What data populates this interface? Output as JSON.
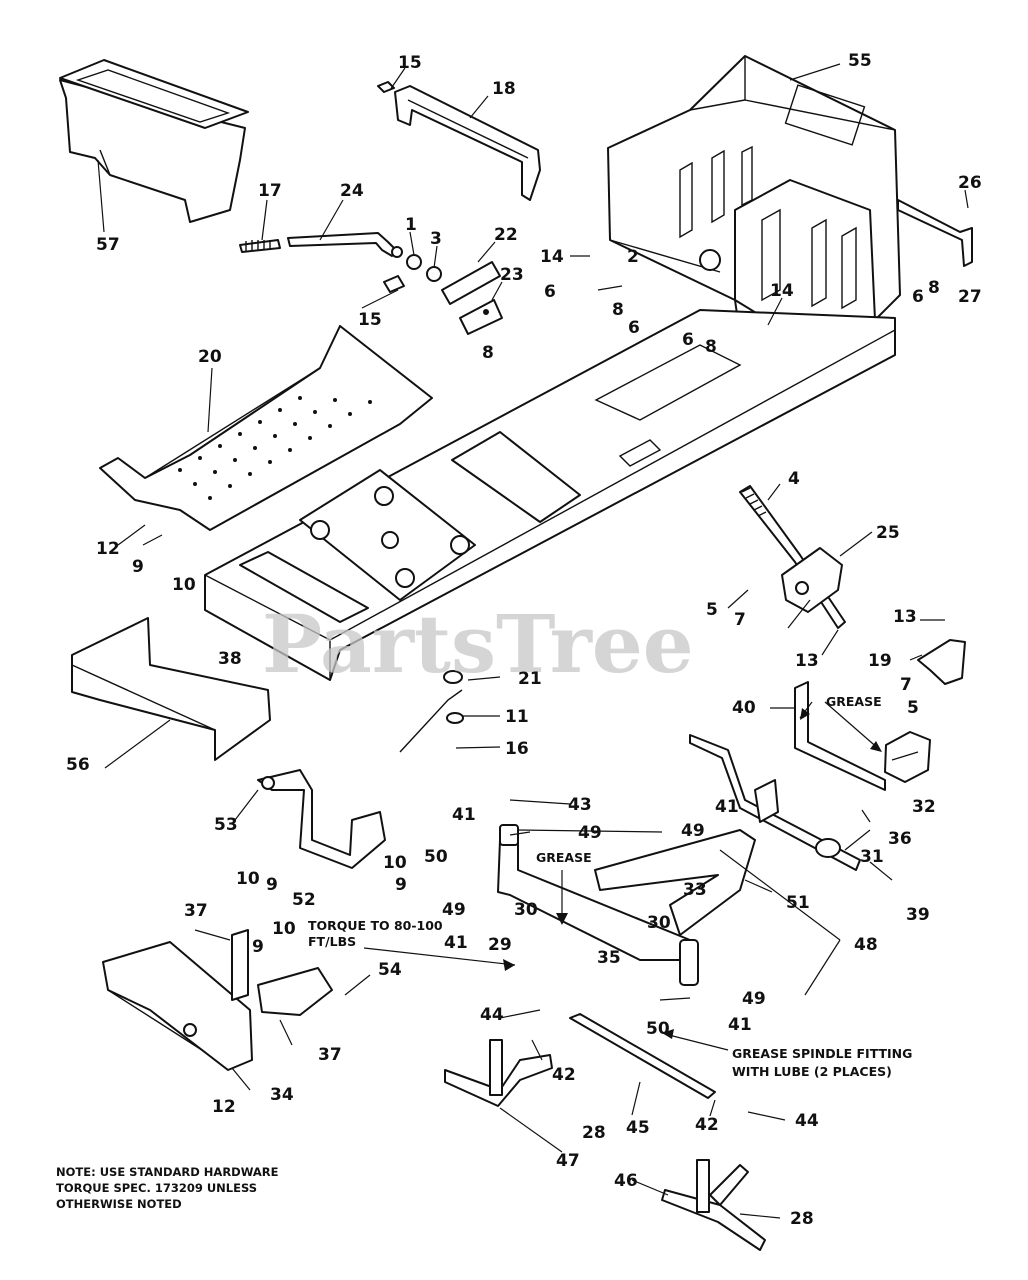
{
  "watermark": "PartsTree",
  "note": [
    "NOTE:  USE STANDARD HARDWARE",
    "TORQUE SPEC. 173209 UNLESS",
    "OTHERWISE NOTED"
  ],
  "callouts": {
    "grease_top": "GREASE",
    "grease_mid": "GREASE",
    "torque_line1": "TORQUE TO 80-100",
    "torque_line2": "FT/LBS",
    "spindle_line1": "GREASE SPINDLE FITTING",
    "spindle_line2": "WITH LUBE (2 PLACES)"
  },
  "part_labels": [
    "15",
    "18",
    "55",
    "57",
    "17",
    "24",
    "1",
    "3",
    "22",
    "23",
    "15",
    "14",
    "2",
    "8",
    "6",
    "6",
    "8",
    "6",
    "8",
    "14",
    "26",
    "27",
    "6",
    "8",
    "20",
    "12",
    "9",
    "10",
    "38",
    "56",
    "4",
    "25",
    "5",
    "7",
    "13",
    "13",
    "19",
    "7",
    "5",
    "40",
    "21",
    "11",
    "16",
    "53",
    "10",
    "9",
    "52",
    "10",
    "9",
    "41",
    "43",
    "41",
    "49",
    "49",
    "50",
    "49",
    "41",
    "30",
    "30",
    "33",
    "51",
    "32",
    "36",
    "31",
    "39",
    "48",
    "37",
    "10",
    "9",
    "29",
    "35",
    "54",
    "37",
    "34",
    "12",
    "44",
    "42",
    "28",
    "45",
    "50",
    "49",
    "41",
    "47",
    "42",
    "44",
    "46",
    "28"
  ],
  "colors": {
    "ink": "#111111",
    "watermark": "#c8c8c8",
    "paper": "#ffffff"
  }
}
